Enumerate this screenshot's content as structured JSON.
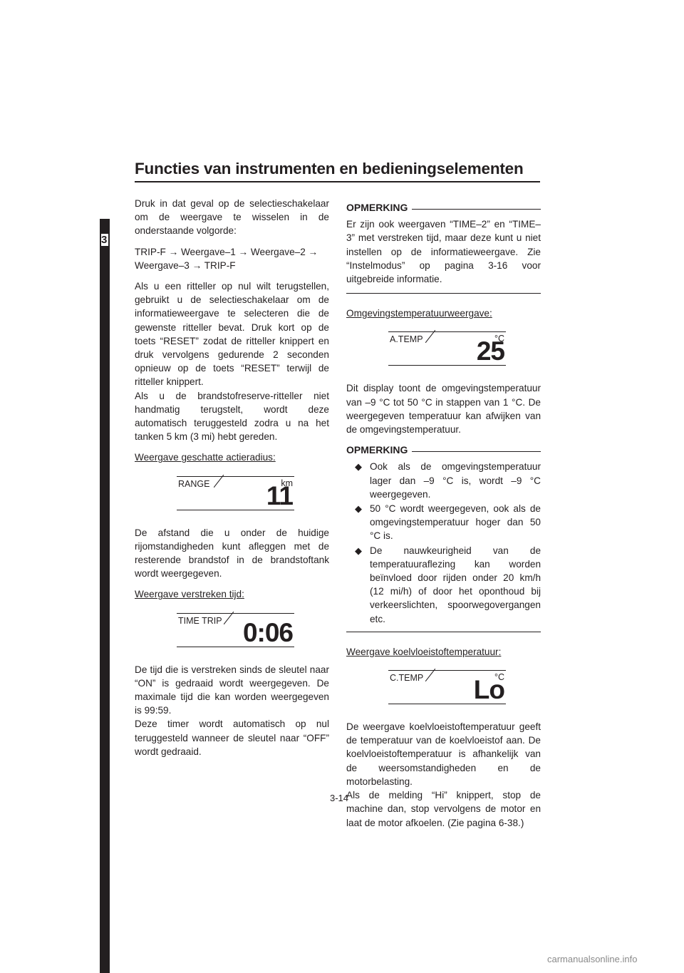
{
  "header": {
    "title": "Functies van instrumenten en bedieningselementen"
  },
  "chapter_tab": "3",
  "left": {
    "p1": "Druk in dat geval op de selectieschakelaar om de weergave te wisselen in de onderstaande volgorde:",
    "p2": "TRIP-F → Weergave–1 → Weergave–2 → Weergave–3 → TRIP-F",
    "p3": "Als u een ritteller op nul wilt terugstellen, gebruikt u de selectieschakelaar om de informatieweergave te selecteren die de gewenste ritteller bevat. Druk kort op de toets “RESET” zodat de ritteller knippert en druk vervolgens gedurende 2 seconden opnieuw op de toets “RESET” terwijl de ritteller knippert.",
    "p4": "Als u de brandstofreserve-ritteller niet handmatig terugstelt, wordt deze automatisch teruggesteld zodra u na het tanken 5 km (3 mi) hebt gereden.",
    "range_heading": "Weergave geschatte actieradius:",
    "range_display": {
      "label": "RANGE",
      "unit": "km",
      "value": "11"
    },
    "p5": "De afstand die u onder de huidige rijomstandigheden kunt afleggen met de resterende brandstof in de brandstoftank wordt weergegeven.",
    "time_heading": "Weergave verstreken tijd:",
    "time_display": {
      "label": "TIME TRIP",
      "value": "0:06"
    },
    "p6": "De tijd die is verstreken sinds de sleutel naar “ON” is gedraaid wordt weergegeven. De maximale tijd die kan worden weergegeven is 99:59.",
    "p7": "Deze timer wordt automatisch op nul teruggesteld wanneer de sleutel naar “OFF” wordt gedraaid."
  },
  "right": {
    "note1_title": "OPMERKING",
    "note1_text": "Er zijn ook weergaven “TIME–2” en “TIME–3” met verstreken tijd, maar deze kunt u niet instellen op de informatieweergave. Zie “Instelmodus” op pagina 3-16 voor uitgebreide informatie.",
    "atemp_heading": "Omgevingstemperatuurweergave:",
    "atemp_display": {
      "label": "A.TEMP",
      "unit": "°C",
      "value": "25"
    },
    "p1": "Dit display toont de omgevingstemperatuur van –9 °C tot 50 °C in stappen van 1 °C. De weergegeven temperatuur kan afwijken van de omgevingstemperatuur.",
    "note2_title": "OPMERKING",
    "note2_items": [
      "Ook als de omgevingstemperatuur lager dan –9 °C is, wordt –9 °C weergegeven.",
      "50 °C wordt weergegeven, ook als de omgevingstemperatuur hoger dan 50 °C is.",
      "De nauwkeurigheid van de temperatuuraflezing kan worden beïnvloed door rijden onder 20 km/h (12 mi/h) of door het oponthoud bij verkeerslichten, spoorwegovergangen etc."
    ],
    "ctemp_heading": "Weergave koelvloeistoftemperatuur:",
    "ctemp_display": {
      "label": "C.TEMP",
      "unit": "°C",
      "value": "Lo"
    },
    "p2": "De weergave koelvloeistoftemperatuur geeft de temperatuur van de koelvloeistof aan. De koelvloeistoftemperatuur is afhankelijk van de weersomstandigheden en de motorbelasting.",
    "p3": "Als de melding “Hi” knippert, stop de machine dan, stop vervolgens de motor en laat de motor afkoelen. (Zie pagina 6-38.)"
  },
  "page_number": "3-14",
  "footer": "carmanualsonline.info"
}
